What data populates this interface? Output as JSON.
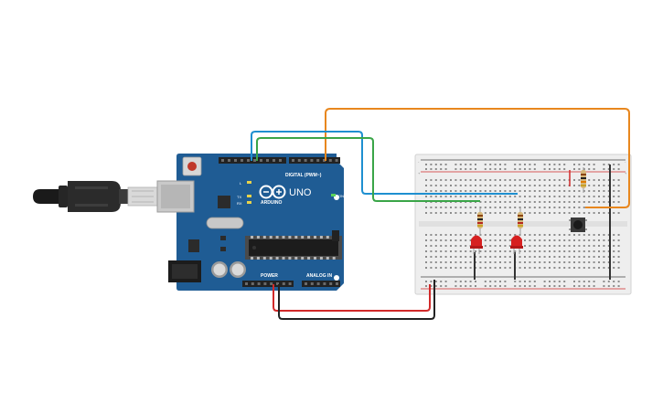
{
  "board": {
    "model": "UNO",
    "brand": "ARDUINO",
    "digital_header": "DIGITAL (PWM~)",
    "power_header": "POWER",
    "analog_header": "ANALOG IN",
    "indicator_on": "ON",
    "indicator_l": "L",
    "indicator_tx": "TX",
    "indicator_rx": "RX",
    "color": "#1f5c94"
  },
  "breadboard": {
    "rail_plus": "+",
    "rail_minus": "-"
  },
  "wires": {
    "orange": "#e8871e",
    "blue": "#1e8fd0",
    "green": "#3aa548",
    "red": "#d12a2a",
    "black": "#222222"
  },
  "components": [
    {
      "name": "led-1",
      "type": "led",
      "color": "#d62020"
    },
    {
      "name": "led-2",
      "type": "led",
      "color": "#d62020"
    },
    {
      "name": "resistor-1",
      "type": "resistor"
    },
    {
      "name": "resistor-2",
      "type": "resistor"
    },
    {
      "name": "resistor-3",
      "type": "resistor"
    },
    {
      "name": "pushbutton",
      "type": "button"
    }
  ]
}
